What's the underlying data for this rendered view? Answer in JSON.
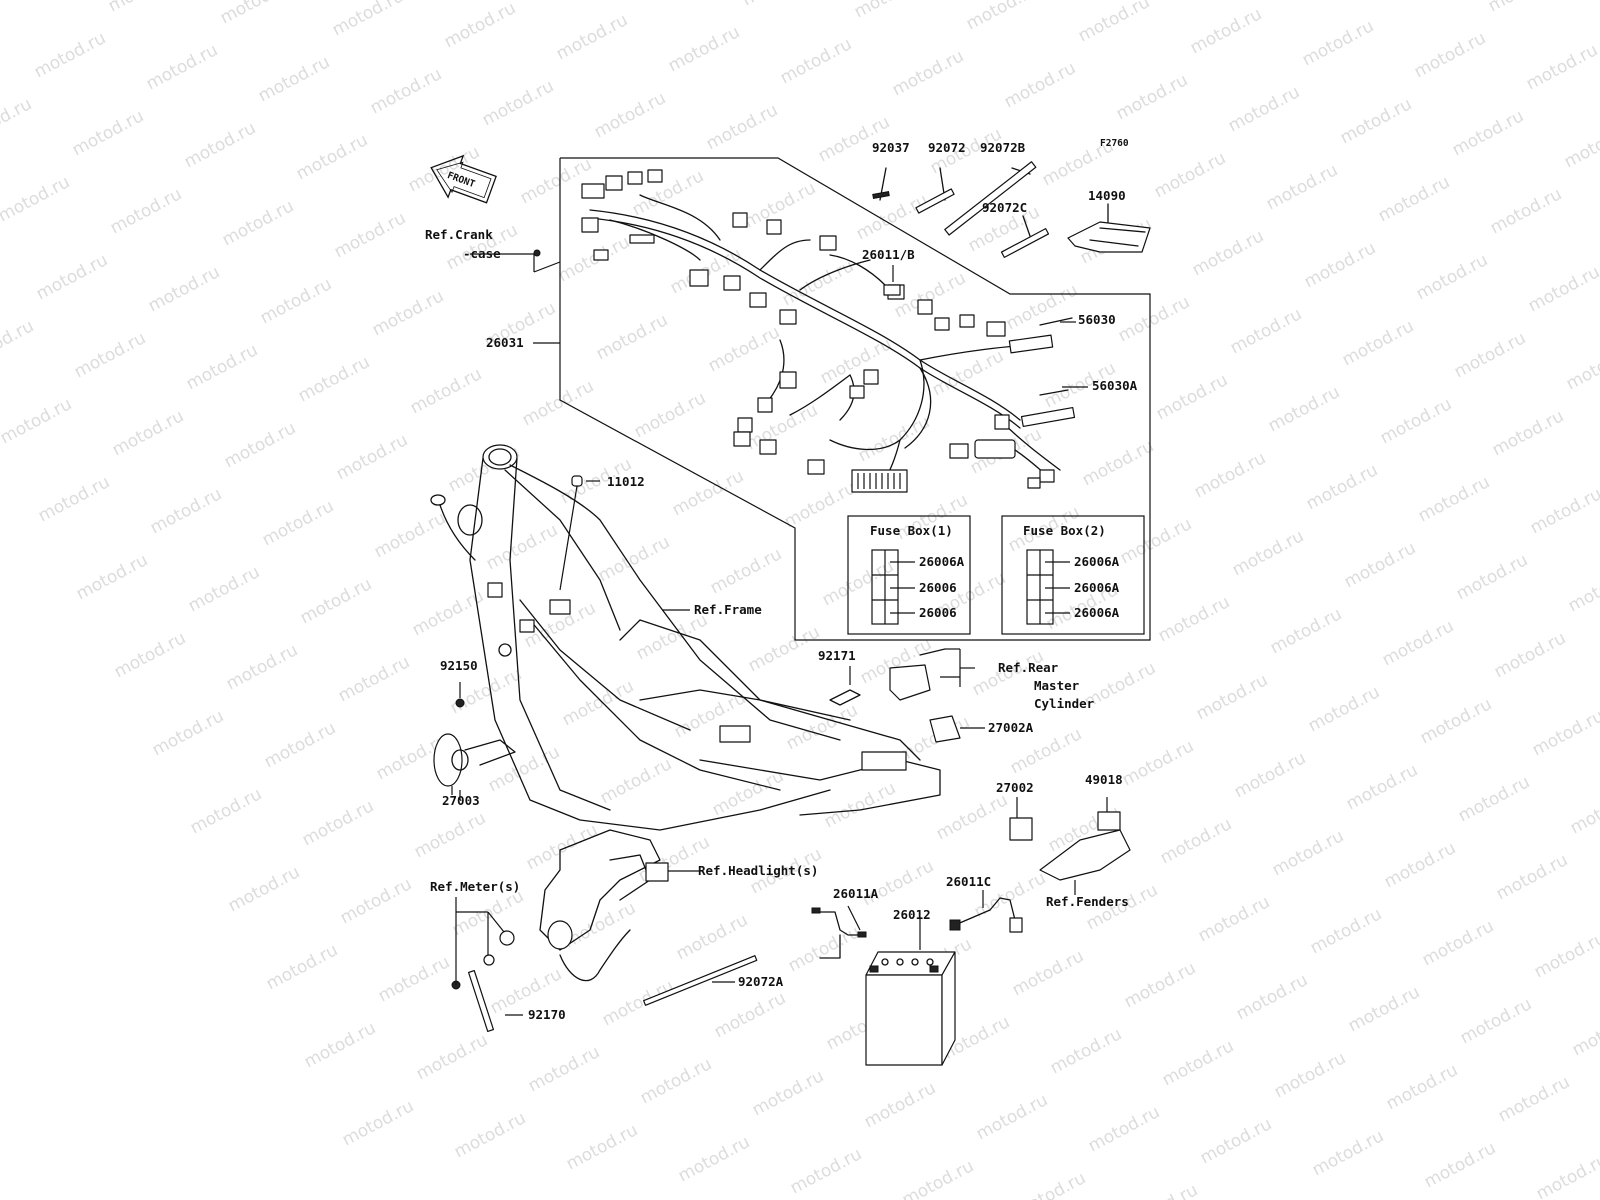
{
  "figure_code": "F2760",
  "front_label": "FRONT",
  "fuse_boxes": {
    "box1": {
      "title": "Fuse Box(1)",
      "parts": [
        "26006A",
        "26006",
        "26006"
      ]
    },
    "box2": {
      "title": "Fuse Box(2)",
      "parts": [
        "26006A",
        "26006A",
        "26006A"
      ]
    }
  },
  "parts": {
    "p92037": "92037",
    "p92072": "92072",
    "p92072B": "92072B",
    "p92072C": "92072C",
    "p14090": "14090",
    "p26011B": "26011/B",
    "p56030": "56030",
    "p56030A": "56030A",
    "p26031": "26031",
    "p11012": "11012",
    "p92171": "92171",
    "p92150": "92150",
    "p27002A": "27002A",
    "p27003": "27003",
    "p27002": "27002",
    "p49018": "49018",
    "p26011C": "26011C",
    "p26011A": "26011A",
    "p26012": "26012",
    "p92072A": "92072A",
    "p92170": "92170"
  },
  "refs": {
    "crankcase_1": "Ref.Crank",
    "crankcase_2": "-case",
    "frame": "Ref.Frame",
    "rear_master_1": "Ref.Rear",
    "rear_master_2": "Master",
    "rear_master_3": "Cylinder",
    "headlight": "Ref.Headlight(s)",
    "meter": "Ref.Meter(s)",
    "fenders": "Ref.Fenders"
  },
  "watermark": "motod.ru"
}
